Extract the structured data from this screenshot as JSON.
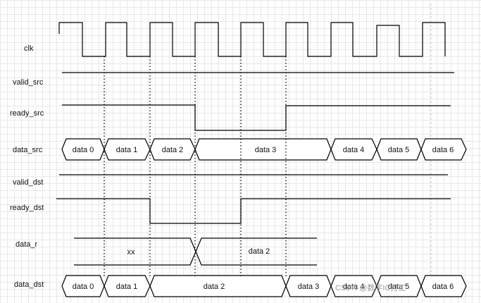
{
  "signals": [
    {
      "id": "clk",
      "label": "clk"
    },
    {
      "id": "valid_src",
      "label": "valid_src"
    },
    {
      "id": "ready_src",
      "label": "ready_src"
    },
    {
      "id": "data_src",
      "label": "data_src"
    },
    {
      "id": "valid_dst",
      "label": "valid_dst"
    },
    {
      "id": "ready_dst",
      "label": "ready_dst"
    },
    {
      "id": "data_r",
      "label": "data_r"
    },
    {
      "id": "data_dst",
      "label": "data_dst"
    }
  ],
  "data_src_segments": [
    "data 0",
    "data 1",
    "data 2",
    "data 3",
    "data 4",
    "data 5",
    "data 6"
  ],
  "data_r_segments": [
    "xx",
    "data 2"
  ],
  "data_dst_segments": [
    "data 0",
    "data 1",
    "data 2",
    "data 3",
    "data 4",
    "data 5",
    "data 6"
  ],
  "watermark": {
    "text": "CSDN @数字IC打工"
  }
}
